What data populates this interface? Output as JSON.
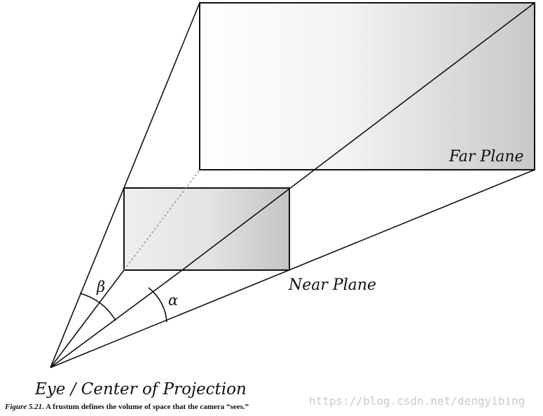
{
  "labels": {
    "far_plane": "Far Plane",
    "near_plane": "Near Plane",
    "eye": "Eye / Center of Projection",
    "alpha": "α",
    "beta": "β"
  },
  "caption": {
    "figure_ref": "Figure 5.21.",
    "text": "A frustum defines the volume of space that the camera “sees.”"
  },
  "watermark": "https://blog.csdn.net/dengyibing"
}
